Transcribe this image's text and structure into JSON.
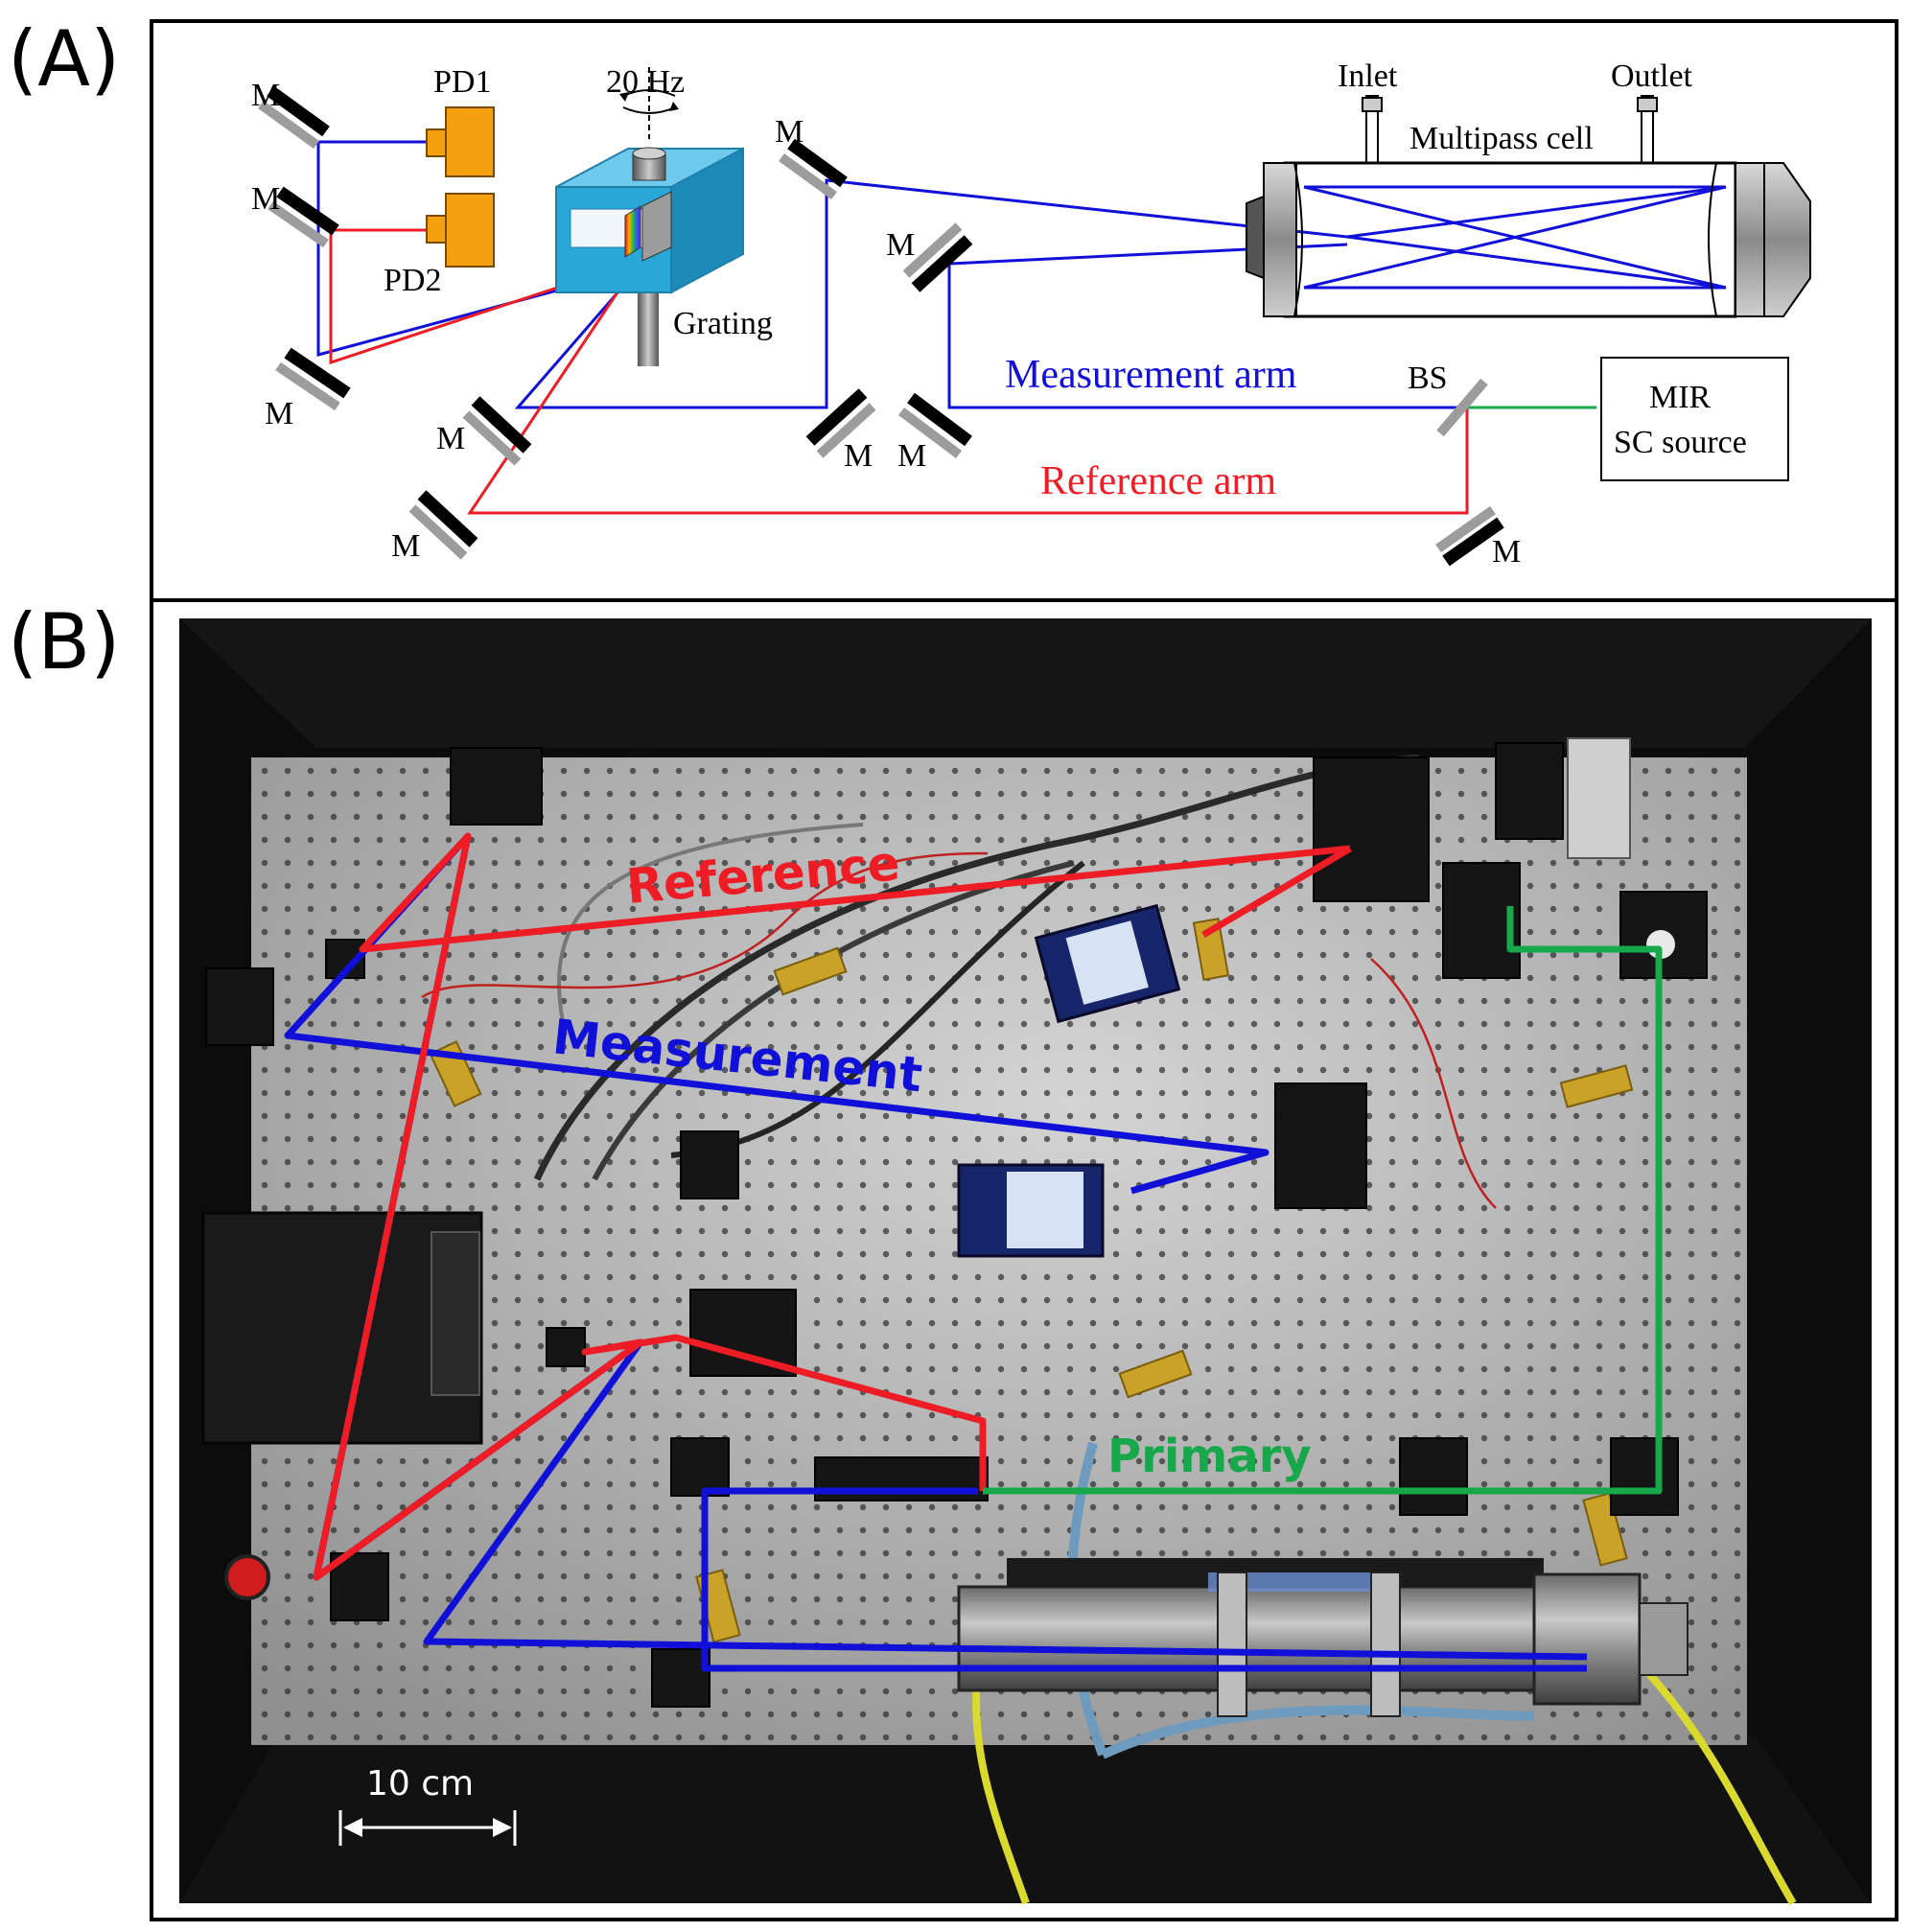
{
  "panels": {
    "a": {
      "label": "(A)",
      "labels": {
        "rotation": "20 Hz",
        "pd1": "PD1",
        "pd2": "PD2",
        "grating": "Grating",
        "inlet": "Inlet",
        "outlet": "Outlet",
        "cell": "Multipass cell",
        "measurement_arm": "Measurement  arm",
        "reference_arm": "Reference  arm",
        "bs": "BS",
        "source_line1": "MIR",
        "source_line2": "SC source",
        "mirror": "M"
      }
    },
    "b": {
      "label": "(B)",
      "labels": {
        "reference": "Reference",
        "measurement": "Measurement",
        "primary": "Primary",
        "scale": "10 cm"
      }
    }
  },
  "colors": {
    "measurement_beam": "#1010d8",
    "reference_beam": "#ee1c24",
    "primary_beam": "#16a84a",
    "detector": "#f5a00f",
    "grating_mount": "#29a8d8",
    "cable_yellow": "#d9d92e"
  }
}
